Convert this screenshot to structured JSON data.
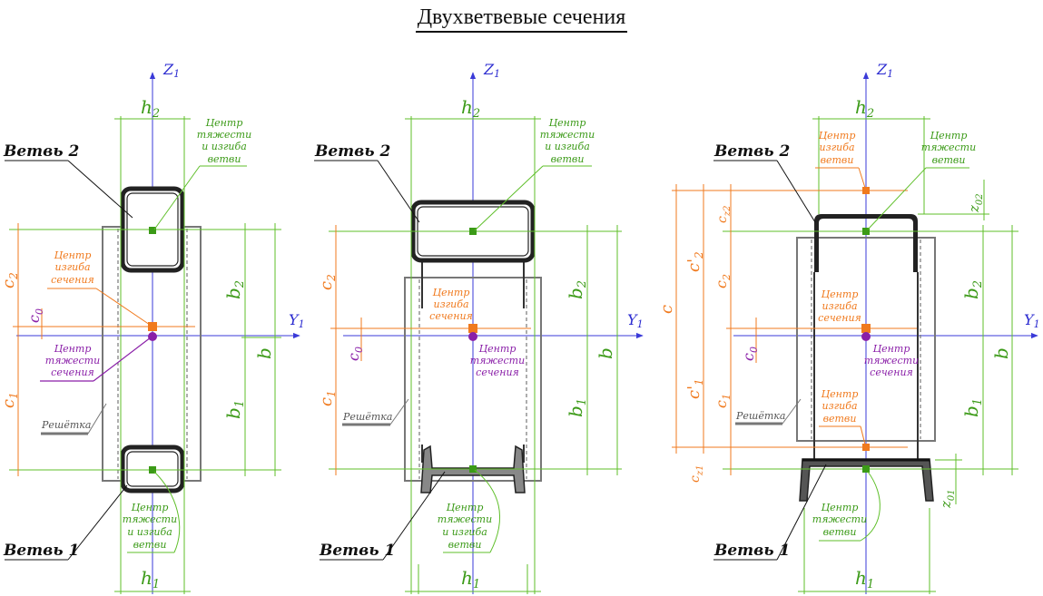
{
  "title": "Двухветвевые сечения",
  "colors": {
    "geometry": "#5fbf2a",
    "bend_center": "#f07a1e",
    "gravity_center": "#8a1fa8",
    "axes": "#3a3ad8",
    "lattice": "#777777"
  },
  "axes": {
    "z": "Z",
    "y": "Y",
    "sub": "1"
  },
  "labels": {
    "branch2": "Ветвь 2",
    "branch1": "Ветвь 1",
    "lattice": "Решётка",
    "center_grav_bend_branch": [
      "Центр",
      "тяжести",
      "и изгиба",
      "ветви"
    ],
    "center_bend_section": [
      "Центр",
      "изгиба",
      "сечения"
    ],
    "center_grav_section": [
      "Центр",
      "тяжести",
      "сечения"
    ],
    "center_bend_branch": [
      "Центр",
      "изгиба",
      "ветви"
    ],
    "center_grav_branch": [
      "Центр",
      "тяжести",
      "ветви"
    ]
  },
  "dims": {
    "h": "h",
    "h1": "1",
    "h2": "2",
    "b": "b",
    "b1": "1",
    "b2": "2",
    "c": "c",
    "c0": "0",
    "c1": "1",
    "c2": "2",
    "c1p": "c'",
    "c2p": "c'",
    "cz1": "z1",
    "cz2": "z2",
    "z": "z",
    "z01": "01",
    "z02": "02"
  },
  "icons": [
    "arrow-up-icon",
    "arrow-right-icon",
    "center-marker-icon"
  ]
}
